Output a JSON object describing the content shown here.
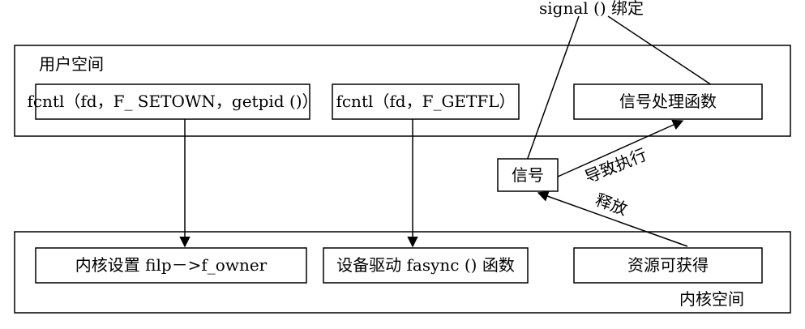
{
  "diagram": {
    "signal_binding_label": "signal () 绑定",
    "user_space": {
      "label": "用户空间",
      "fcntl_setown": "fcntl（fd，F_ SETOWN，getpid ()）",
      "fcntl_getfl": "fcntl（fd，F_GETFL）",
      "signal_handler": "信号处理函数"
    },
    "signal_box": "信号",
    "causes_execution": "导致执行",
    "release": "释放",
    "kernel_space": {
      "label": "内核空间",
      "kernel_set_owner": "内核设置 filp－>f_owner",
      "device_fasync": "设备驱动 fasync () 函数",
      "resource_available": "资源可获得"
    }
  }
}
